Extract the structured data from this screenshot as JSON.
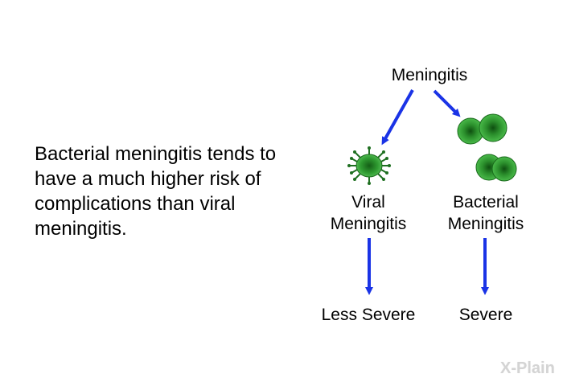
{
  "body_text": "Bacterial meningitis tends to have a much higher risk of complications than viral meningitis.",
  "diagram": {
    "root": "Meningitis",
    "viral": {
      "line1": "Viral",
      "line2": "Meningitis"
    },
    "bacterial": {
      "line1": "Bacterial",
      "line2": "Meningitis"
    },
    "viral_outcome": "Less Severe",
    "bacterial_outcome": "Severe"
  },
  "colors": {
    "arrow": "#1a33e6",
    "germ_green": "#2e9e2e",
    "germ_dark": "#0f5a12"
  },
  "icons": [
    "virus-icon",
    "bacteria-icon"
  ],
  "logo": {
    "text": "X-Plain"
  }
}
